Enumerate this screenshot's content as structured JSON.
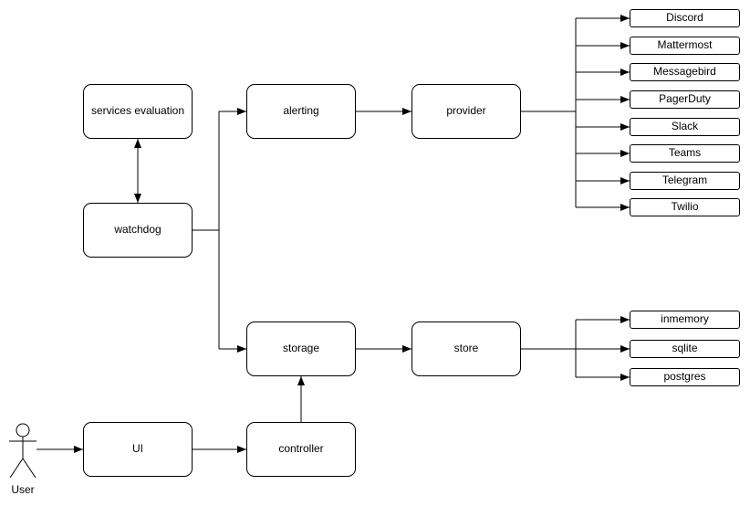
{
  "diagram": {
    "nodes": {
      "services_evaluation": "services evaluation",
      "watchdog": "watchdog",
      "alerting": "alerting",
      "provider": "provider",
      "storage": "storage",
      "store": "store",
      "ui": "UI",
      "controller": "controller"
    },
    "providers": [
      "Discord",
      "Mattermost",
      "Messagebird",
      "PagerDuty",
      "Slack",
      "Teams",
      "Telegram",
      "Twilio"
    ],
    "stores": [
      "inmemory",
      "sqlite",
      "postgres"
    ],
    "actor": {
      "label": "User"
    },
    "edges": [
      {
        "from": "User",
        "to": "UI",
        "arrow": "single"
      },
      {
        "from": "UI",
        "to": "controller",
        "arrow": "single"
      },
      {
        "from": "controller",
        "to": "storage",
        "arrow": "single"
      },
      {
        "from": "watchdog",
        "to": "services evaluation",
        "arrow": "double"
      },
      {
        "from": "watchdog",
        "to": "alerting",
        "arrow": "single"
      },
      {
        "from": "watchdog",
        "to": "storage",
        "arrow": "single"
      },
      {
        "from": "alerting",
        "to": "provider",
        "arrow": "single"
      },
      {
        "from": "provider",
        "to": "Discord",
        "arrow": "single"
      },
      {
        "from": "provider",
        "to": "Mattermost",
        "arrow": "single"
      },
      {
        "from": "provider",
        "to": "Messagebird",
        "arrow": "single"
      },
      {
        "from": "provider",
        "to": "PagerDuty",
        "arrow": "single"
      },
      {
        "from": "provider",
        "to": "Slack",
        "arrow": "single"
      },
      {
        "from": "provider",
        "to": "Teams",
        "arrow": "single"
      },
      {
        "from": "provider",
        "to": "Telegram",
        "arrow": "single"
      },
      {
        "from": "provider",
        "to": "Twilio",
        "arrow": "single"
      },
      {
        "from": "storage",
        "to": "store",
        "arrow": "single"
      },
      {
        "from": "store",
        "to": "inmemory",
        "arrow": "single"
      },
      {
        "from": "store",
        "to": "sqlite",
        "arrow": "single"
      },
      {
        "from": "store",
        "to": "postgres",
        "arrow": "single"
      }
    ],
    "colors": {
      "stroke": "#000000",
      "node_fill": "#ffffff",
      "text": "#000000",
      "background": "#ffffff"
    }
  }
}
